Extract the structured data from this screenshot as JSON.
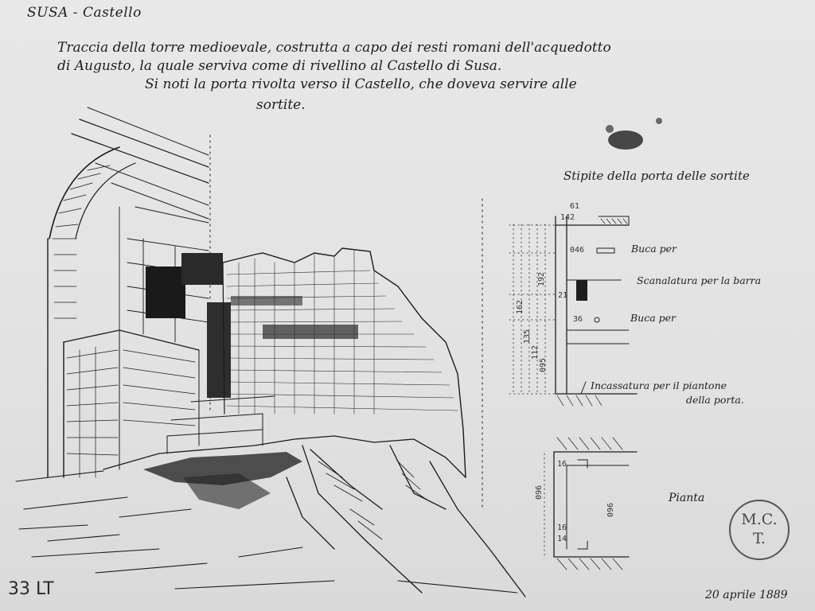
{
  "sheet": {
    "title": "SUSA - Castello",
    "description": [
      "Traccia della torre medioevale, costrutta a capo dei resti romani dell'acquedotto",
      "di Augusto, la quale serviva come di rivellino al Castello di Susa.",
      "Si noti la porta rivolta verso il Castello, che doveva servire alle",
      "sortite."
    ],
    "date": "20 aprile 1889",
    "catalog_number": "33 LT",
    "stamp": {
      "top": "M.C.",
      "bottom": "T."
    }
  },
  "jamb_detail": {
    "title": "Stipite della porta delle sortite",
    "notes": {
      "buca_1": "Buca per",
      "scanalatura": "Scanalatura per la barra",
      "buca_2": "Buca per",
      "incassatura_1": "Incassatura per il piantone",
      "incassatura_2": "della porta."
    },
    "dimensions": {
      "top_width": "61",
      "d142": "142",
      "d046": "046",
      "d21": "21",
      "d36": "36",
      "d192": "192",
      "d162": "162",
      "d135": "135",
      "d112": "112",
      "d095": "095"
    }
  },
  "plan_detail": {
    "label": "Pianta",
    "dimensions": {
      "d16_top": "16",
      "d16_bottom": "16",
      "d14": "14",
      "d096_left": "096",
      "d096_right": "096"
    }
  }
}
